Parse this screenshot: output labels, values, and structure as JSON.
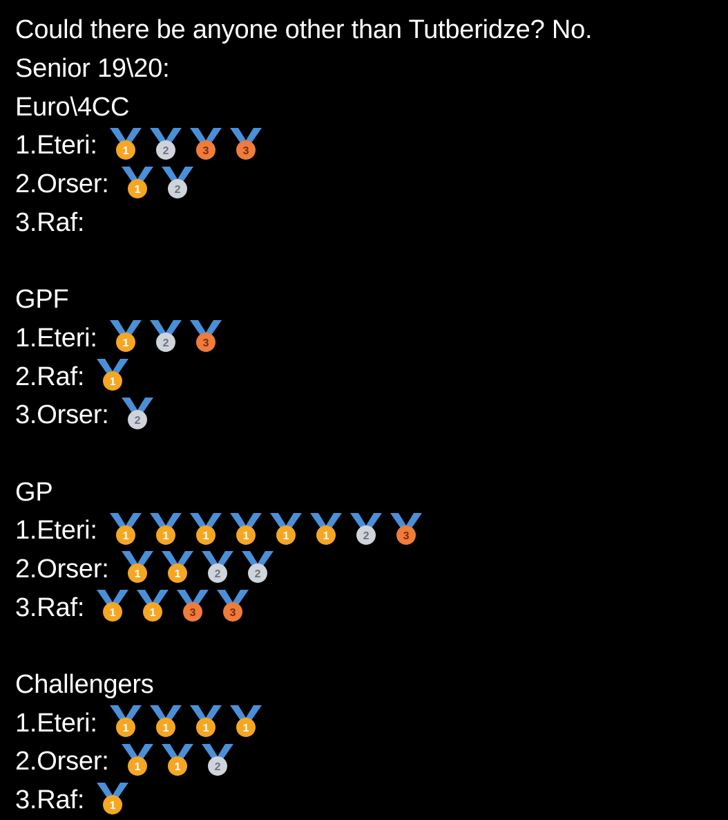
{
  "post": {
    "intro": "Could there be anyone other than Tutberidze? No.",
    "season": "Senior 19\\20:",
    "colors": {
      "background": "#000000",
      "text": "#ffffff",
      "ribbon": "#4a90d9",
      "gold": "#f5a623",
      "silver": "#cfd4da",
      "bronze": "#f07c3a"
    },
    "sections": [
      {
        "title": "Euro\\4CC",
        "rows": [
          {
            "label": "1.Eteri:",
            "medals": [
              "gold-medal-icon",
              "silver-medal-icon",
              "bronze-medal-icon",
              "bronze-medal-icon"
            ]
          },
          {
            "label": "2.Orser:",
            "medals": [
              "gold-medal-icon",
              "silver-medal-icon"
            ]
          },
          {
            "label": "3.Raf:",
            "medals": []
          }
        ]
      },
      {
        "title": "GPF",
        "rows": [
          {
            "label": "1.Eteri:",
            "medals": [
              "gold-medal-icon",
              "silver-medal-icon",
              "bronze-medal-icon"
            ]
          },
          {
            "label": "2.Raf:",
            "medals": [
              "gold-medal-icon"
            ]
          },
          {
            "label": "3.Orser:",
            "medals": [
              "silver-medal-icon"
            ]
          }
        ]
      },
      {
        "title": "GP",
        "rows": [
          {
            "label": "1.Eteri:",
            "medals": [
              "gold-medal-icon",
              "gold-medal-icon",
              "gold-medal-icon",
              "gold-medal-icon",
              "gold-medal-icon",
              "gold-medal-icon",
              "silver-medal-icon",
              "bronze-medal-icon"
            ]
          },
          {
            "label": "2.Orser:",
            "medals": [
              "gold-medal-icon",
              "gold-medal-icon",
              "silver-medal-icon",
              "silver-medal-icon"
            ]
          },
          {
            "label": "3.Raf:",
            "medals": [
              "gold-medal-icon",
              "gold-medal-icon",
              "bronze-medal-icon",
              "bronze-medal-icon"
            ]
          }
        ]
      },
      {
        "title": "Challengers",
        "rows": [
          {
            "label": "1.Eteri:",
            "medals": [
              "gold-medal-icon",
              "gold-medal-icon",
              "gold-medal-icon",
              "gold-medal-icon"
            ]
          },
          {
            "label": "2.Orser:",
            "medals": [
              "gold-medal-icon",
              "gold-medal-icon",
              "silver-medal-icon"
            ]
          },
          {
            "label": "3.Raf:",
            "medals": [
              "gold-medal-icon"
            ]
          }
        ]
      }
    ]
  }
}
